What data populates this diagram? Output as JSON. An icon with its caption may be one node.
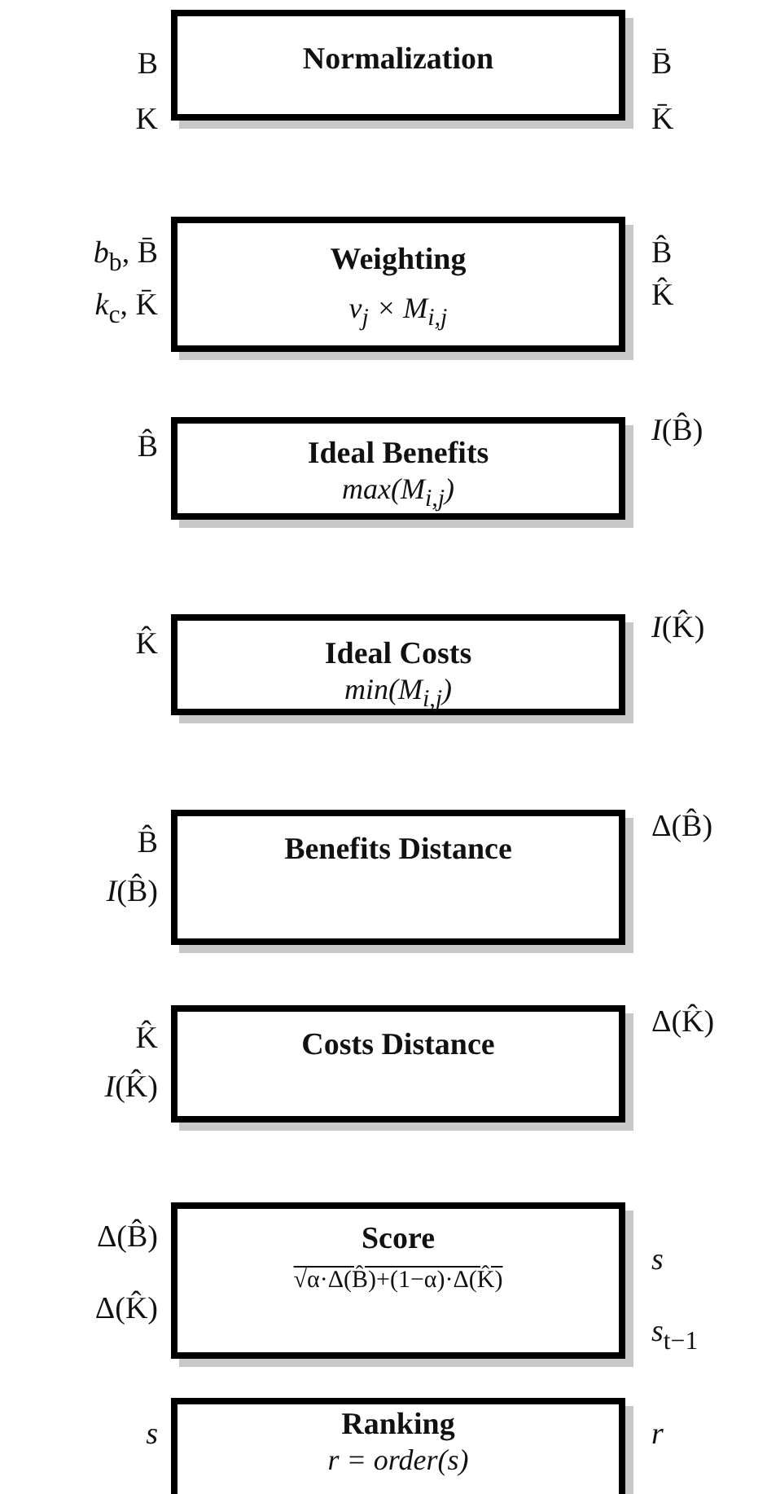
{
  "diagram": {
    "nodes": [
      {
        "text": [
          "Normalization"
        ],
        "beside": [
          "B",
          "K",
          "B̄",
          "K̄"
        ]
      },
      {
        "text": [
          "Weighting",
          "*v*$_{j}$ × *M*$_{i,j}$"
        ],
        "beside": [
          "*b*$_{b}$, B̄",
          "*k*$_{c}$, K̄",
          "B̂",
          "K̂"
        ]
      },
      {
        "text": [
          "Ideal Benefits",
          "*max*(*M*$_{i,j}$)"
        ],
        "beside": [
          "B̂",
          "*I*(B̂)"
        ]
      },
      {
        "text": [
          "Ideal Costs",
          "*min*(*M*$_{i,j}$)"
        ],
        "beside": [
          "K̂",
          "*I*(K̂)"
        ]
      },
      {
        "text": [
          "Benefits Distance"
        ],
        "beside": [
          "B̂",
          "*I*(B̂)",
          "Δ(B̂)"
        ]
      },
      {
        "text": [
          "Costs Distance"
        ],
        "beside": [
          "K̂",
          "*I*(K̂)",
          "Δ(K̂)"
        ]
      },
      {
        "text": [
          "Score",
          "√α·Δ(B̂)+(1−α)·Δ(K̂)"
        ],
        "beside": [
          "Δ(B̂)",
          "Δ(K̂)",
          "*s*",
          "*s*$_{t−1}$"
        ]
      },
      {
        "text": [
          "Ranking",
          "*r* = *order*(*s*)"
        ],
        "beside": [
          "*s*",
          "*r*"
        ]
      }
    ]
  }
}
